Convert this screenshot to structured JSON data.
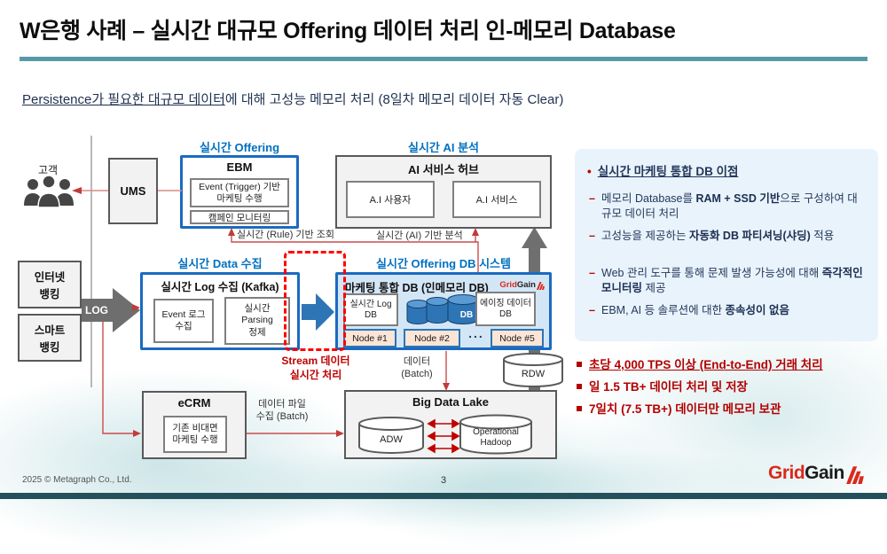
{
  "header": {
    "title": "W은행 사례 – 실시간 대규모 Offering 데이터 처리 인-메모리 Database",
    "subtitle_underline": "Persistence가 필요한 대규모 데이터",
    "subtitle_rest": "에 대해 고성능 메모리 처리 (8일차 메모리 데이터 자동 Clear)"
  },
  "left": {
    "customer": "고객",
    "ums": "UMS",
    "internet_banking": "인터넷\n뱅킹",
    "smart_banking": "스마트\n뱅킹",
    "log": "LOG"
  },
  "offering": {
    "label": "실시간 Offering",
    "title": "EBM",
    "item1": "Event (Trigger) 기반\n마케팅 수행",
    "item2": "캠페인 모니터링"
  },
  "ai": {
    "label": "실시간 AI 분석",
    "title": "AI 서비스 허브",
    "item1": "A.I 사용자",
    "item2": "A.I 서비스"
  },
  "collect": {
    "label": "실시간 Data 수집",
    "title": "실시간 Log 수집 (Kafka)",
    "item1": "Event 로그\n수집",
    "item2": "실시간\nParsing\n정제"
  },
  "dbsys": {
    "label": "실시간 Offering DB 시스템",
    "title": "마케팅 통합 DB (인메모리 DB)",
    "logo_grid": "Grid",
    "logo_gain": "Gain",
    "item1": "실시간 Log\nDB",
    "cylinder": "DB",
    "item2": "에이징 데이터\nDB",
    "nodes": [
      "Node #1",
      "Node #2",
      "Node #5"
    ],
    "ellipsis": "..."
  },
  "flows": {
    "rule": "실시간 (Rule) 기반 조회",
    "ai": "실시간 (AI) 기반 분석",
    "stream": "Stream 데이터\n실시간 처리",
    "batch": "데이터\n(Batch)",
    "file": "데이터 파일\n수집 (Batch)"
  },
  "bottom": {
    "ecrm_title": "eCRM",
    "ecrm_item": "기존 비대면\n마케팅 수행",
    "lake_title": "Big Data Lake",
    "adw": "ADW",
    "hadoop": "Operational\nHadoop",
    "rdw": "RDW"
  },
  "panel": {
    "heading": "실시간 마케팅 통합 DB 이점",
    "b1": {
      "t1": "메모리 Database를 ",
      "b": "RAM + SSD 기반",
      "t2": "으로 구성하여 대규모 데이터 처리"
    },
    "b2": {
      "t1": "고성능을 제공하는 ",
      "b": "자동화 DB 파티셔닝(샤딩)",
      "t2": " 적용"
    },
    "b3": {
      "t1": "Web 관리 도구를 통해 문제 발생 가능성에 대해 ",
      "b": "즉각적인 모니터링",
      "t2": " 제공"
    },
    "b4": {
      "t1": "EBM, AI 등 솔루션에 대한 ",
      "b": "종속성이 없음",
      "t2": ""
    }
  },
  "kpi": {
    "k1": "초당 4,000 TPS 이상 (End-to-End) 거래 처리",
    "k2": "일 1.5 TB+ 데이터 처리 및 저장",
    "k3": "7일치 (7.5 TB+) 데이터만 메모리 보관"
  },
  "footer": {
    "copyright": "2025 © Metagraph Co., Ltd.",
    "page": "3",
    "logo_grid": "Grid",
    "logo_gain": "Gain"
  },
  "colors": {
    "accent_teal": "#569AA8",
    "label_blue": "#0070C0",
    "box_blue": "#1B6AC0",
    "db_box_fill": "#D3E6F6",
    "node_fill": "#FBE5D6",
    "cylinder_blue": "#2E75B6",
    "red": "#FF0000",
    "dark_red": "#C00000",
    "panel_bg": "#E9F3FB",
    "gridgain_red": "#DA291C"
  }
}
